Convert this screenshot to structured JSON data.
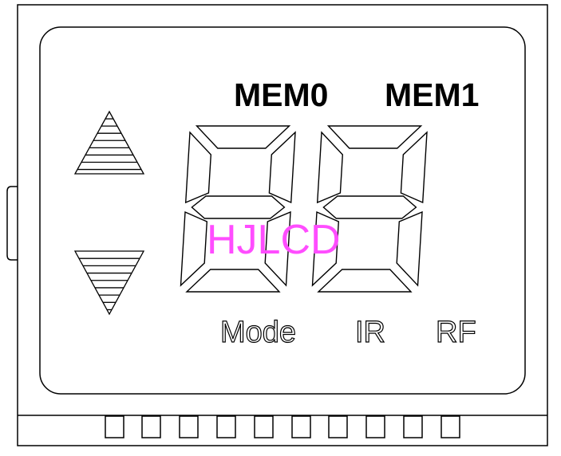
{
  "labels": {
    "mem0": "MEM0",
    "mem1": "MEM1",
    "mode": "Mode",
    "ir": "IR",
    "rf": "RF"
  },
  "watermark": "HJLCD",
  "colors": {
    "outline": "#000000",
    "background": "#ffffff",
    "watermark": "#ff4dff"
  },
  "icons": {
    "up": "up-arrow-triangle-icon",
    "down": "down-arrow-triangle-icon"
  }
}
